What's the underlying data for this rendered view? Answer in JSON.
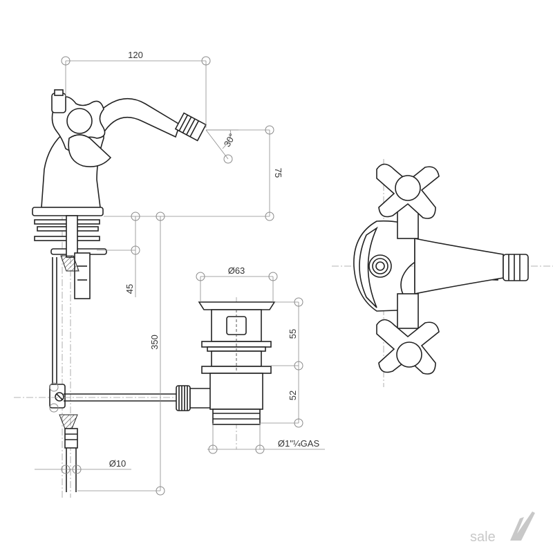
{
  "dimensions": {
    "spout_reach": "120",
    "spout_angle": "30°",
    "spout_height": "75",
    "mount_depth": "45",
    "rod_length": "350",
    "waste_diameter": "Ø63",
    "waste_upper_height": "55",
    "waste_lower_height": "52",
    "waste_thread": "Ø1\"¼GAS",
    "hose_diameter": "Ø10"
  },
  "logo": {
    "text": "sale"
  },
  "colors": {
    "line": "#222222",
    "dimension": "#8a8a8a",
    "logo": "#c8c8c8"
  }
}
